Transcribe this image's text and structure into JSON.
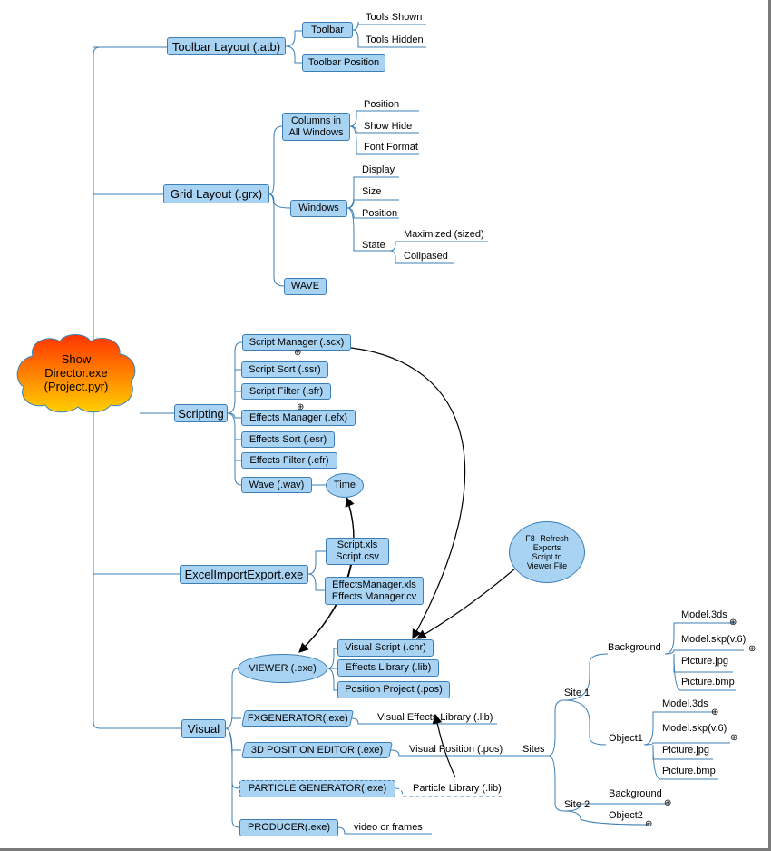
{
  "root": {
    "label": "Show\nDirector.exe\n(Project.pyr)"
  },
  "toolbar": {
    "label": "Toolbar Layout (.atb)",
    "toolbar_node": "Toolbar",
    "tools_shown": "Tools Shown",
    "tools_hidden": "Tools Hidden",
    "toolbar_position": "Toolbar Position"
  },
  "grid": {
    "label": "Grid Layout (.grx)",
    "columns": "Columns in\nAll Windows",
    "position": "Position",
    "show_hide": "Show Hide",
    "font_format": "Font Format",
    "windows": "Windows",
    "display": "Display",
    "size": "Size",
    "win_position": "Position",
    "state": "State",
    "maximized": "Maximized (sized)",
    "collapsed": "Collpased",
    "wave": "WAVE"
  },
  "scripting": {
    "label": "Scripting",
    "script_manager": "Script Manager (.scx)",
    "script_sort": "Script Sort (.ssr)",
    "script_filter": "Script Filter (.sfr)",
    "effects_manager": "Effects Manager (.efx)",
    "effects_sort": "Effects Sort (.esr)",
    "effects_filter": "Effects Filter (.efr)",
    "wave": "Wave (.wav)",
    "time": "Time"
  },
  "excel": {
    "label": "ExcelImportExport.exe",
    "script_files": "Script.xls\nScript.csv",
    "effects_files": "EffectsManager.xls\nEffects Manager.cv"
  },
  "refresh_note": "F8- Refresh\nExports\nScript to\nViewer File",
  "visual": {
    "label": "Visual",
    "viewer": "VIEWER (.exe)",
    "visual_script": "Visual Script (.chr)",
    "effects_library": "Effects Library (.lib)",
    "position_project": "Position Project (.pos)",
    "fxgenerator": "FXGENERATOR(.exe)",
    "visual_effects_library": "Visual Effects Library (.lib)",
    "position_editor": "3D POSITION EDITOR (.exe)",
    "visual_position": "Visual Position (.pos)",
    "particle_generator": "PARTICLE GENERATOR(.exe)",
    "particle_library": "Particle Library (.lib)",
    "producer": "PRODUCER(.exe)",
    "video_frames": "video or frames"
  },
  "sites": {
    "label": "Sites",
    "site1": "Site 1",
    "background": "Background",
    "model_3ds": "Model.3ds",
    "model_skp": "Model.skp(v.6)",
    "picture_jpg": "Picture.jpg",
    "picture_bmp": "Picture.bmp",
    "object1": "Object1",
    "o_model_3ds": "Model.3ds",
    "o_model_skp": "Model.skp(v.6)",
    "o_picture_jpg": "Picture.jpg",
    "o_picture_bmp": "Picture.bmp",
    "site2": "Site 2",
    "background2": "Background",
    "object2": "Object2"
  },
  "colors": {
    "node_fill": "#a9d3f3",
    "node_border": "#3b7fb6",
    "connector": "#3b7fb6",
    "cloud_top": "#ff3300",
    "cloud_bottom": "#ffd000",
    "arrow": "#000000"
  }
}
